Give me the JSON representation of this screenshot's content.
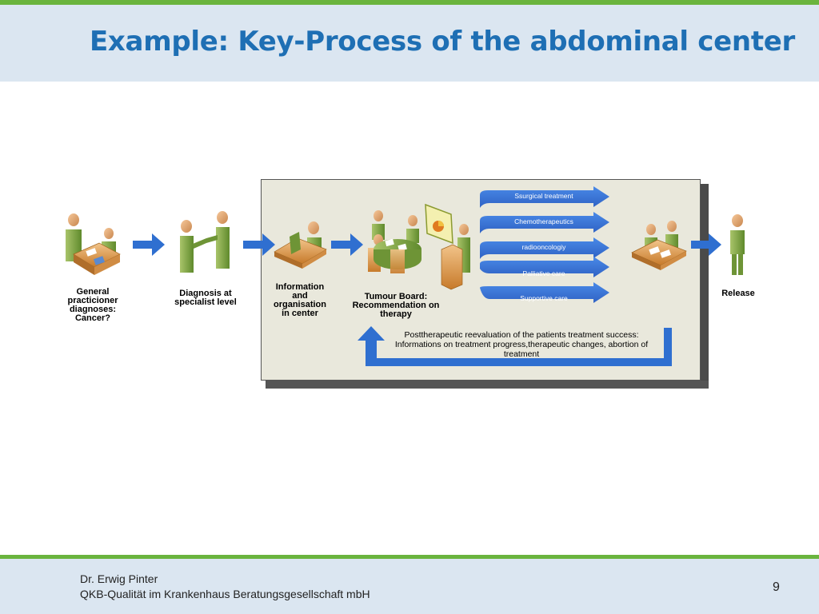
{
  "header": {
    "title": "Example: Key-Process of the abdominal center"
  },
  "footer": {
    "author": "Dr. Erwig Pinter",
    "company": "QKB-Qualität im Krankenhaus Beratungsgesellschaft mbH",
    "page_number": "9"
  },
  "steps": [
    {
      "label": "General practicioner diagnoses: Cancer?",
      "icon": "doctor-patient-icon"
    },
    {
      "label": "Diagnosis at specialist level",
      "icon": "handshake-icon"
    },
    {
      "label": "Information and organisation in center",
      "icon": "office-desk-icon"
    },
    {
      "label": "Tumour Board: Recommendation on therapy",
      "icon": "meeting-presentation-icon"
    },
    {
      "label": "Release",
      "icon": "person-standing-icon"
    }
  ],
  "treatments": [
    "Ssurgical treatment",
    "Chemotherapeutics",
    "radiooncologiy",
    "Palliative care",
    "Supportive care"
  ],
  "feedback_text": "Posttherapeutic reevaluation of the patients treatment success: Informations on treatment progress,therapeutic changes, abortion of treatment",
  "colors": {
    "accent": "#1e6fb4",
    "green": "#6ab43e",
    "arrow": "#2f6fd0",
    "figure": "#7fa040"
  }
}
